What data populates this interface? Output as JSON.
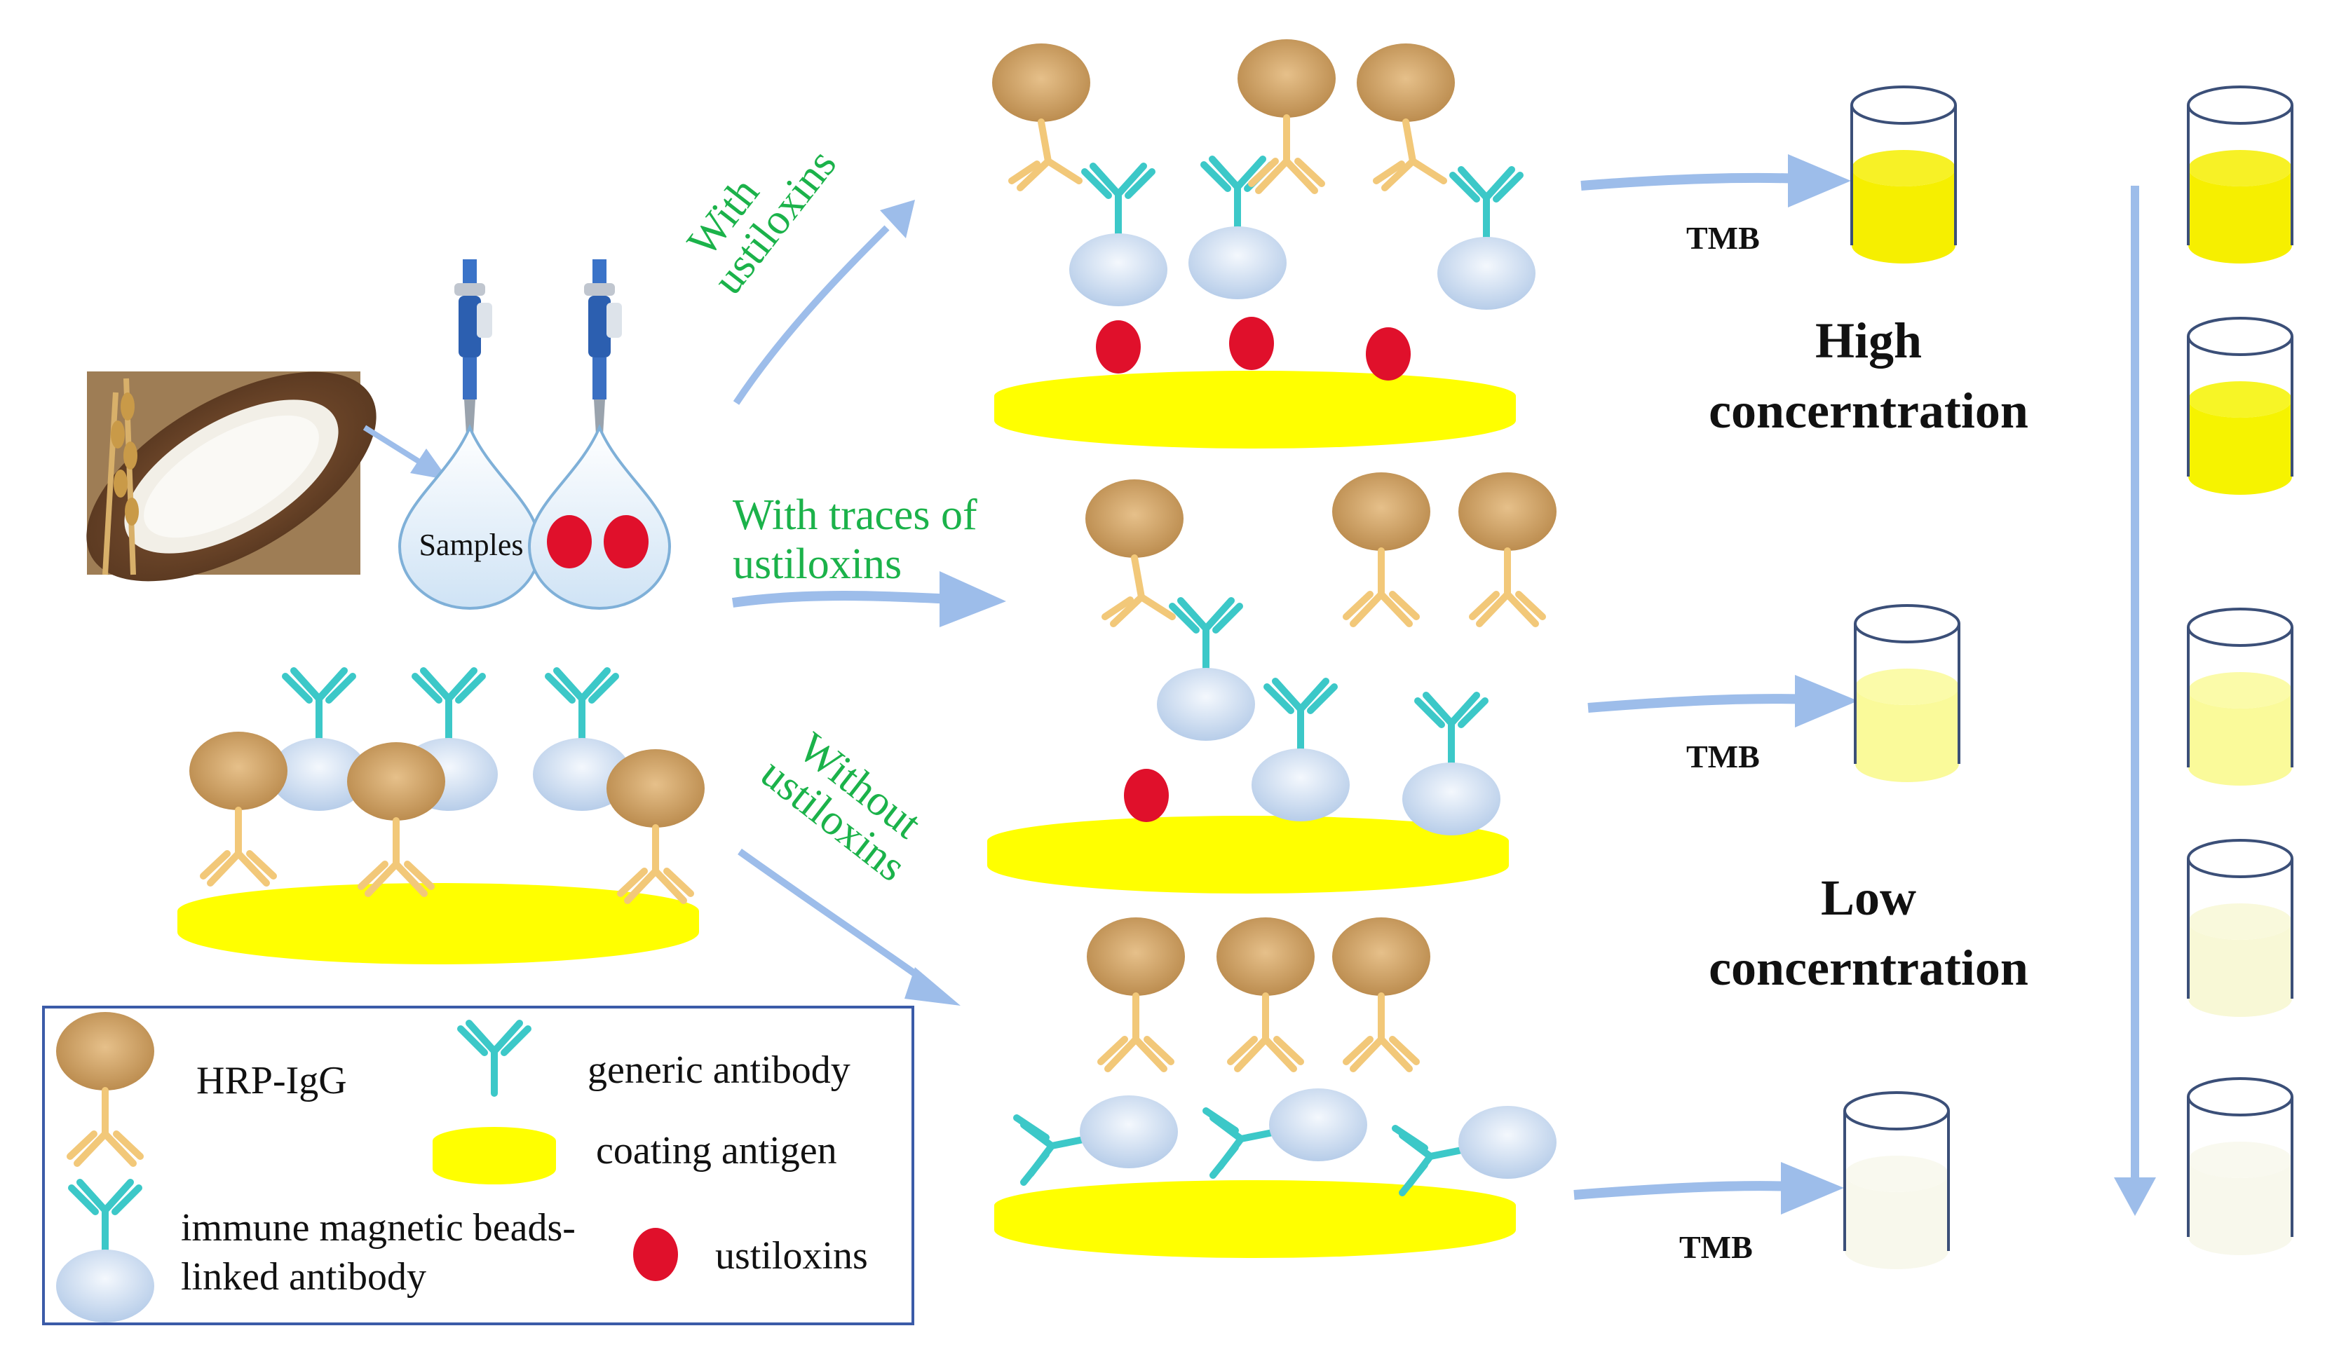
{
  "labels": {
    "samples": "Samples",
    "with_1": "With",
    "with_2": "ustiloxins",
    "traces_1": "With traces of",
    "traces_2": "ustiloxins",
    "without_1": "Without",
    "without_2": "ustiloxins",
    "tmb": "TMB",
    "high_1": "High",
    "high_2": "concerntration",
    "low_1": "Low",
    "low_2": "concerntration"
  },
  "legend": {
    "hrp": "HRP-IgG",
    "generic": "generic antibody",
    "coating": "coating antigen",
    "immune_1": "immune magnetic beads-",
    "immune_2": "linked antibody",
    "ustiloxins": "ustiloxins"
  },
  "colors": {
    "arrow": "#9dbdea",
    "label_green": "#1bb24a",
    "antibody": "#3cc8c8",
    "hrp_antibody": "#f2c879",
    "bead": "#c9dcf3",
    "ball": "#c99a5a",
    "plate": "#ffff00",
    "toxin": "#e0102b"
  },
  "tubes_right": [
    "#f6ef00",
    "#f6f300",
    "#fafa9a",
    "#f8f8d6",
    "#f8f8ec"
  ],
  "tubes_middle": [
    "#f6ef00",
    "#fafa9a",
    "#f8f8ec"
  ]
}
